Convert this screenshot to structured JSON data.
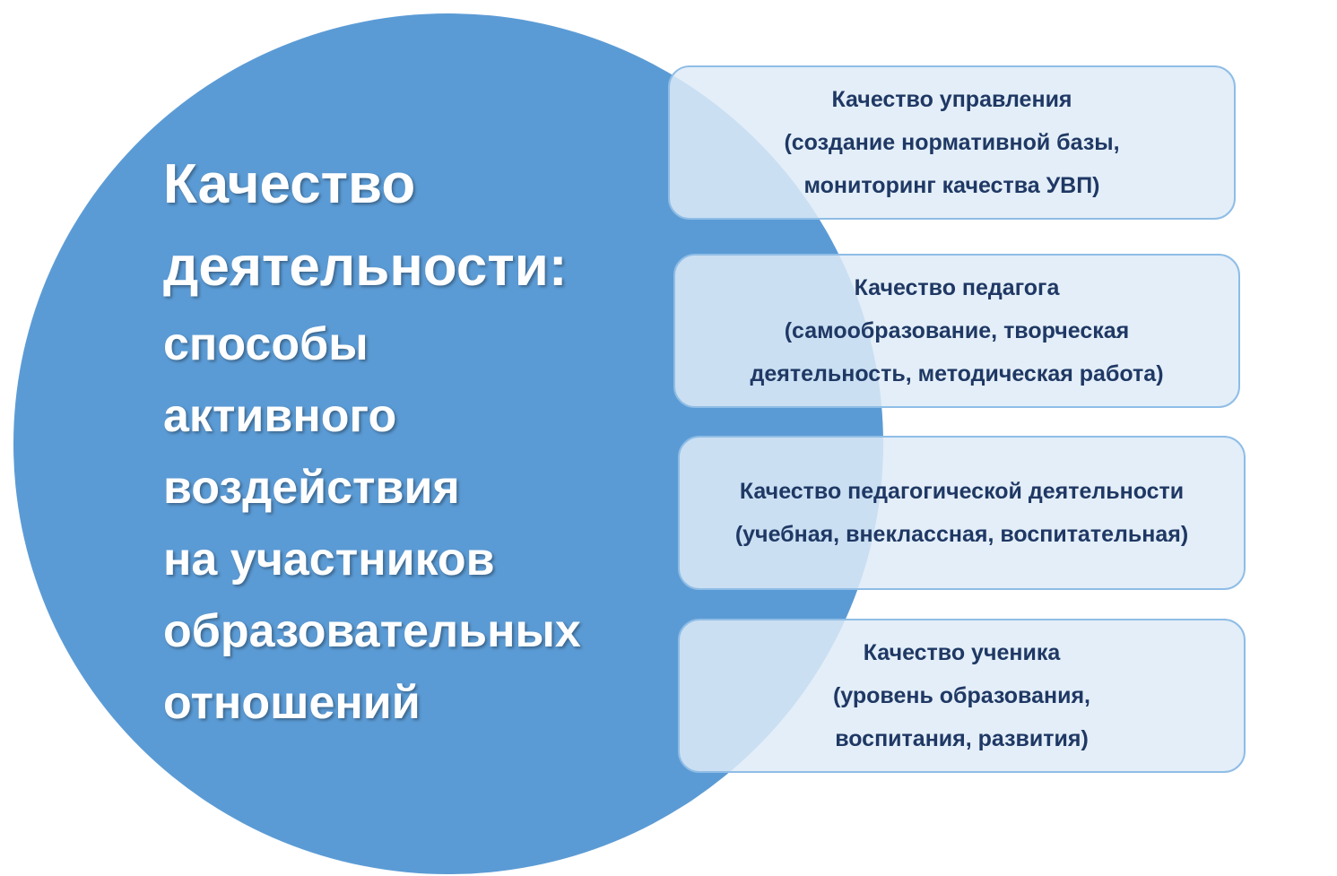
{
  "main": {
    "heading_lines": [
      "Качество",
      "деятельности:"
    ],
    "body_lines": [
      "способы",
      "активного",
      "воздействия",
      "на участников",
      "образовательных",
      "отношений"
    ]
  },
  "boxes": [
    {
      "lines": [
        "Качество управления",
        "(создание нормативной базы,",
        "мониторинг качества УВП)"
      ]
    },
    {
      "lines": [
        "Качество педагога",
        "(самообразование, творческая",
        "деятельность, методическая работа)"
      ]
    },
    {
      "lines": [
        "Качество педагогической деятельности",
        "(учебная, внеклассная, воспитательная)"
      ]
    },
    {
      "lines": [
        "Качество ученика",
        "(уровень образования,",
        "воспитания, развития)"
      ]
    }
  ],
  "colors": {
    "circle": "#5b9bd5",
    "box_fill": "#deebf7",
    "box_border": "#8fbde6",
    "box_text": "#1f3864"
  }
}
